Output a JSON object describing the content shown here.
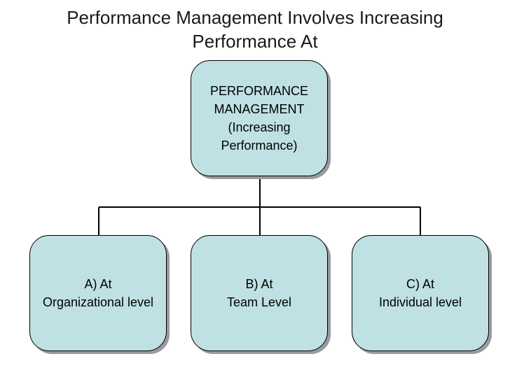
{
  "title": {
    "line1": "Performance Management Involves Increasing",
    "line2": "Performance At"
  },
  "root": {
    "lines": [
      "PERFORMANCE",
      "MANAGEMENT",
      "(Increasing",
      "Performance)"
    ]
  },
  "children": [
    {
      "line1": "A) At",
      "line2": "Organizational level"
    },
    {
      "line1": "B) At",
      "line2": "Team Level"
    },
    {
      "line1": "C) At",
      "line2": "Individual level"
    }
  ],
  "colors": {
    "box_fill": "#bfe1e3",
    "box_border": "#000000",
    "shadow": "#9a9a9a"
  }
}
